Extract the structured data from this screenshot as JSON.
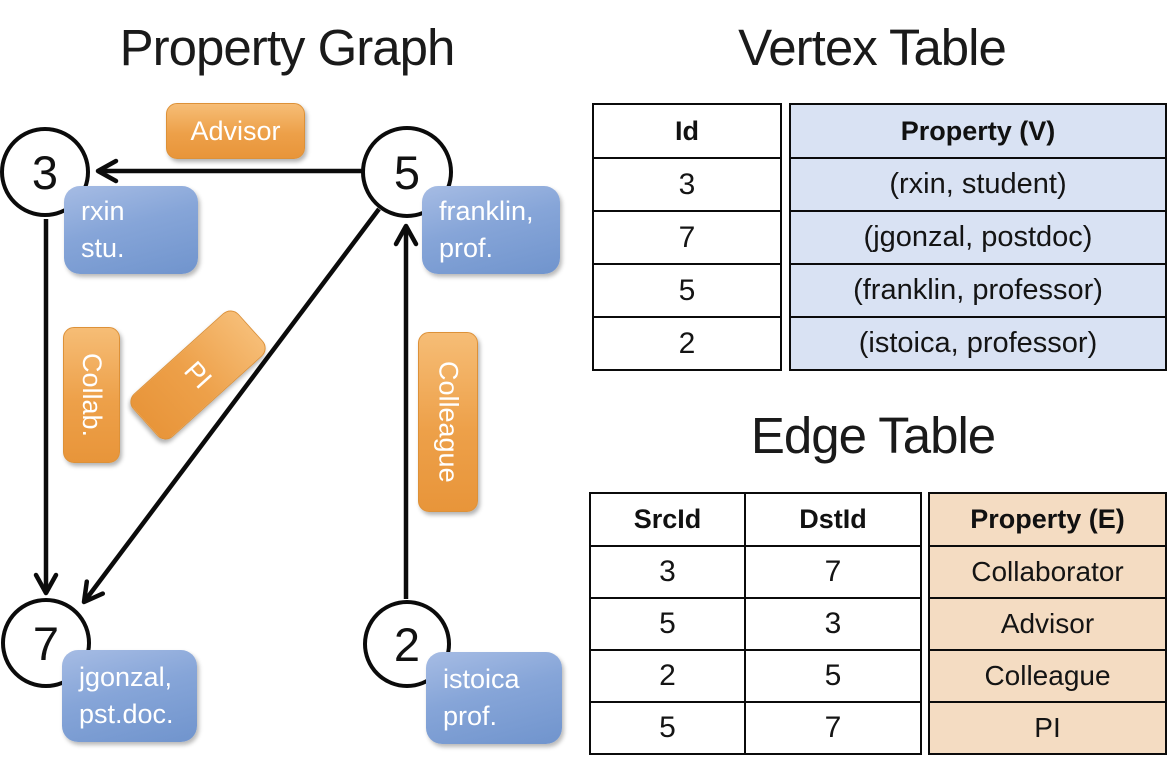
{
  "graph": {
    "title": "Property Graph",
    "nodes": [
      {
        "id": "3",
        "label": "3",
        "property_lines": [
          "rxin",
          "stu."
        ]
      },
      {
        "id": "5",
        "label": "5",
        "property_lines": [
          "franklin,",
          "prof."
        ]
      },
      {
        "id": "7",
        "label": "7",
        "property_lines": [
          "jgonzal,",
          "pst.doc."
        ]
      },
      {
        "id": "2",
        "label": "2",
        "property_lines": [
          "istoica",
          "prof."
        ]
      }
    ],
    "edges": [
      {
        "src": "5",
        "dst": "3",
        "label": "Advisor"
      },
      {
        "src": "3",
        "dst": "7",
        "label": "Collab."
      },
      {
        "src": "5",
        "dst": "7",
        "label": "PI"
      },
      {
        "src": "2",
        "dst": "5",
        "label": "Colleague"
      }
    ],
    "edge_labels": {
      "advisor": "Advisor",
      "collab": "Collab.",
      "pi": "PI",
      "colleague": "Colleague"
    }
  },
  "vertex_table": {
    "title": "Vertex Table",
    "columns": {
      "id": "Id",
      "property": "Property (V)"
    },
    "rows": [
      {
        "id": "3",
        "property": "(rxin, student)"
      },
      {
        "id": "7",
        "property": "(jgonzal, postdoc)"
      },
      {
        "id": "5",
        "property": "(franklin, professor)"
      },
      {
        "id": "2",
        "property": "(istoica, professor)"
      }
    ]
  },
  "edge_table": {
    "title": "Edge Table",
    "columns": {
      "src": "SrcId",
      "dst": "DstId",
      "property": "Property (E)"
    },
    "rows": [
      {
        "src": "3",
        "dst": "7",
        "property": "Collaborator"
      },
      {
        "src": "5",
        "dst": "3",
        "property": "Advisor"
      },
      {
        "src": "2",
        "dst": "5",
        "property": "Colleague"
      },
      {
        "src": "5",
        "dst": "7",
        "property": "PI"
      }
    ]
  },
  "colors": {
    "edge_label_orange": "#ED9F49",
    "vertex_box_blue": "#86A5D8",
    "vertex_table_fill": "#D9E2F3",
    "edge_table_fill": "#F4DCC2",
    "line_black": "#0B0B0B"
  }
}
